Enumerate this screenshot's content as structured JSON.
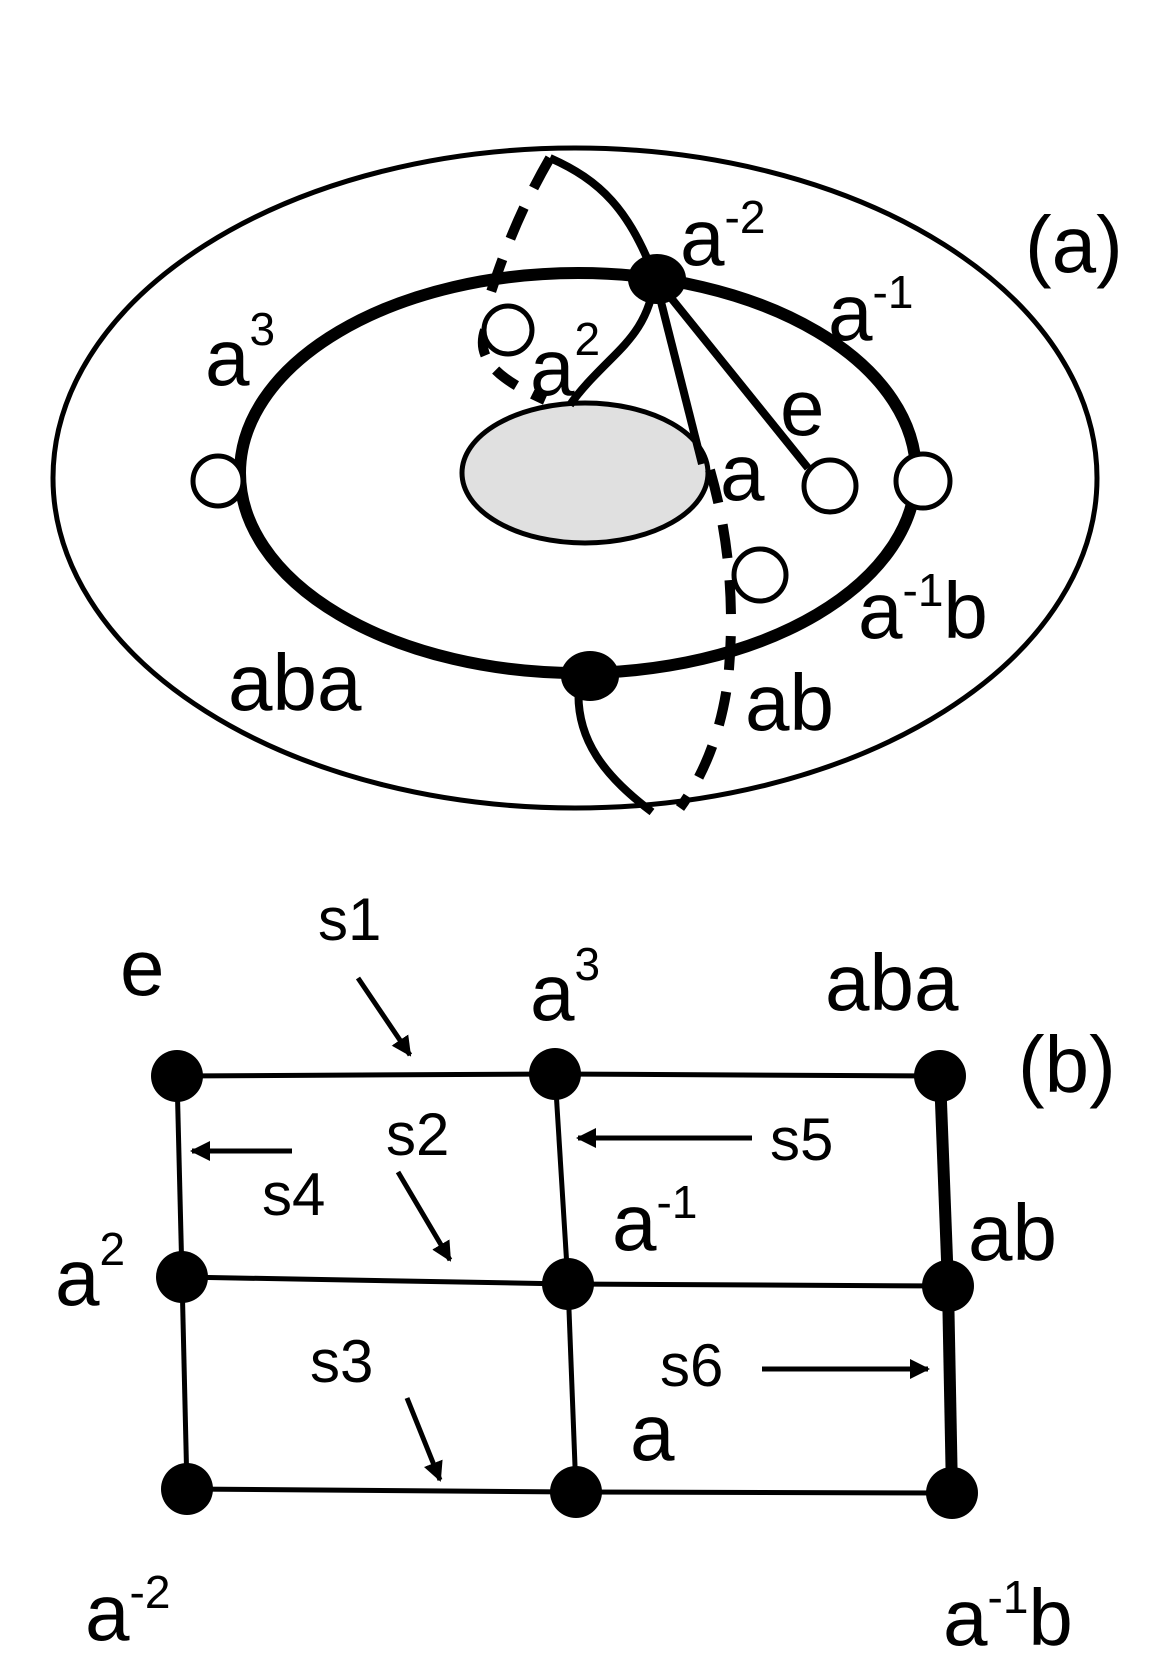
{
  "panel_a": {
    "tag": "(a)",
    "labels": {
      "a_neg2": {
        "base": "a",
        "sup": "-2"
      },
      "a_neg1": {
        "base": "a",
        "sup": "-1"
      },
      "a3": {
        "base": "a",
        "sup": "3"
      },
      "a2": {
        "base": "a",
        "sup": "2"
      },
      "e": "e",
      "a": "a",
      "a_neg1b": {
        "base": "a",
        "sup": "-1",
        "tail": "b"
      },
      "aba": "aba",
      "ab": "ab"
    }
  },
  "panel_b": {
    "tag": "(b)",
    "nodes": {
      "e": "e",
      "a3": {
        "base": "a",
        "sup": "3"
      },
      "aba": "aba",
      "a2": {
        "base": "a",
        "sup": "2"
      },
      "a_neg1": {
        "base": "a",
        "sup": "-1"
      },
      "ab": "ab",
      "a_neg2": {
        "base": "a",
        "sup": "-2"
      },
      "a": "a",
      "a_neg1b": {
        "base": "a",
        "sup": "-1",
        "tail": "b"
      }
    },
    "sections": {
      "s1": "s1",
      "s2": "s2",
      "s3": "s3",
      "s4": "s4",
      "s5": "s5",
      "s6": "s6"
    }
  },
  "colors": {
    "ink": "#000000",
    "hole_fill": "#e0e0e0",
    "background": "#ffffff"
  }
}
